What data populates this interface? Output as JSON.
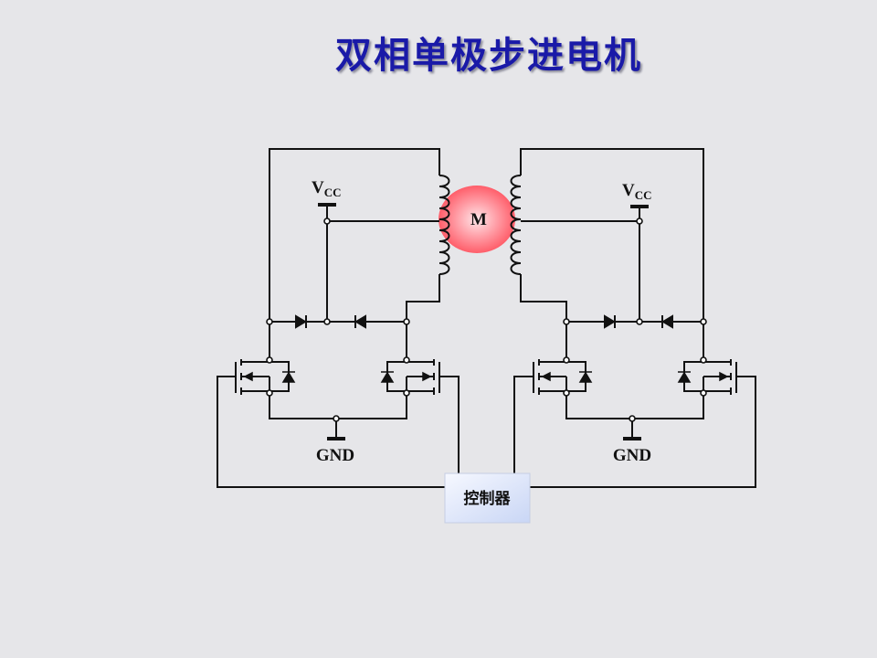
{
  "title": "双相单极步进电机",
  "motor_label": "M",
  "vcc_left": {
    "main": "V",
    "sub": "CC"
  },
  "vcc_right": {
    "main": "V",
    "sub": "CC"
  },
  "gnd_left": "GND",
  "gnd_right": "GND",
  "controller_label": "控制器",
  "colors": {
    "title": "#1a1aa8",
    "background": "#e6e6e9",
    "motor_glow": "#ff6b75",
    "controller_box": "#dce6fb"
  }
}
